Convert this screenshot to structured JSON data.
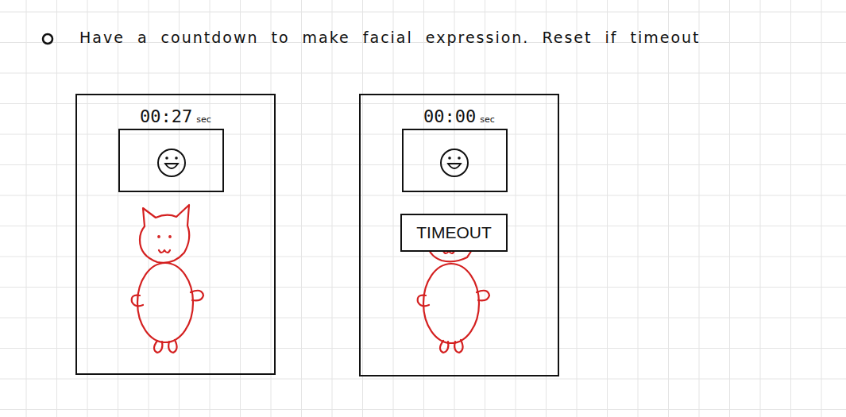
{
  "diagram": {
    "title": "Have a countdown to make facial expression. Reset if timeout",
    "nodes": [
      {
        "text": [
          "00:27",
          "sec"
        ]
      },
      {
        "text": [
          "00:00",
          "sec"
        ]
      },
      {
        "text": [
          "TIMEOUT"
        ],
        "in": 1
      }
    ]
  }
}
